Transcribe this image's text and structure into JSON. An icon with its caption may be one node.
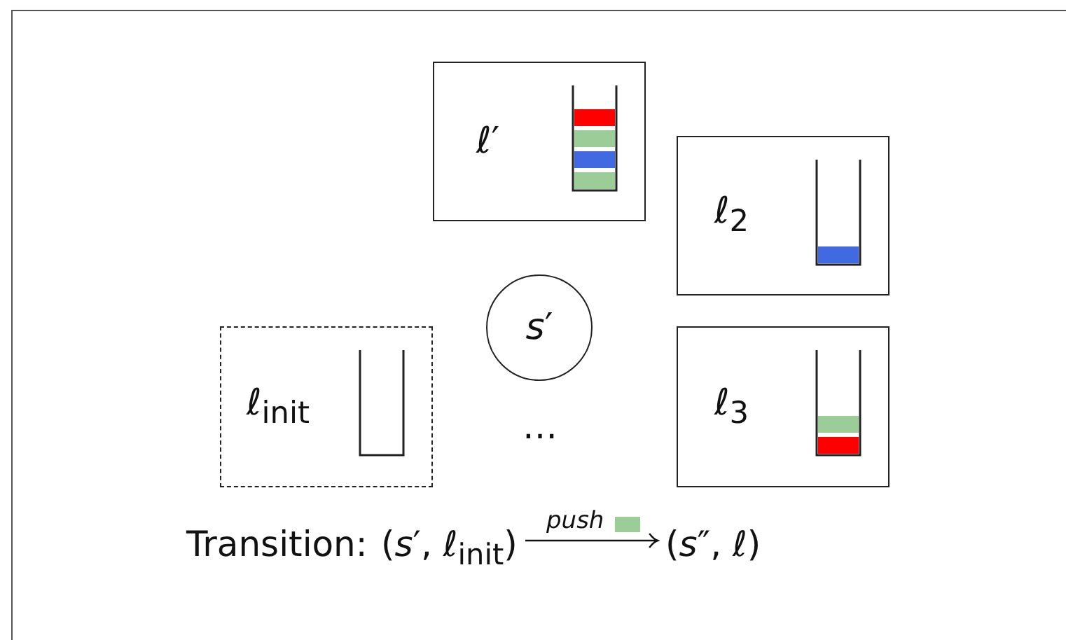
{
  "diagram": {
    "nodes": [
      {
        "text": [
          "ℓ′"
        ]
      },
      {
        "text": [
          "ℓ$_{2}$"
        ]
      },
      {
        "text": [
          "*s*′"
        ]
      },
      {
        "text": [
          "ℓ$_{init}$"
        ]
      },
      {
        "text": [
          "ℓ$_{3}$"
        ]
      }
    ],
    "labels": [
      "…",
      "Transition:",
      "(*s*′, ℓ$_{init}$)",
      "*push*",
      "(*s*″, ℓ)"
    ]
  }
}
